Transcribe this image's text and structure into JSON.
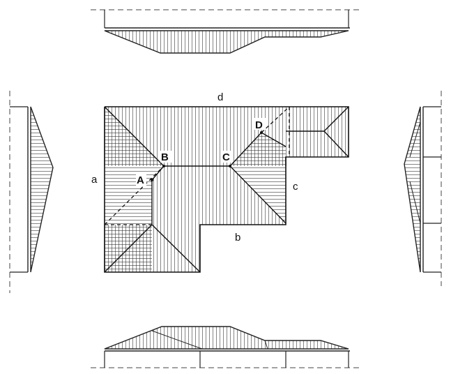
{
  "diagram": {
    "line_color": "#222222",
    "background": "#ffffff",
    "edge_labels": {
      "a": "a",
      "b": "b",
      "c": "c",
      "d": "d"
    },
    "point_labels": {
      "A": "A",
      "B": "B",
      "C": "C",
      "D": "D"
    }
  }
}
